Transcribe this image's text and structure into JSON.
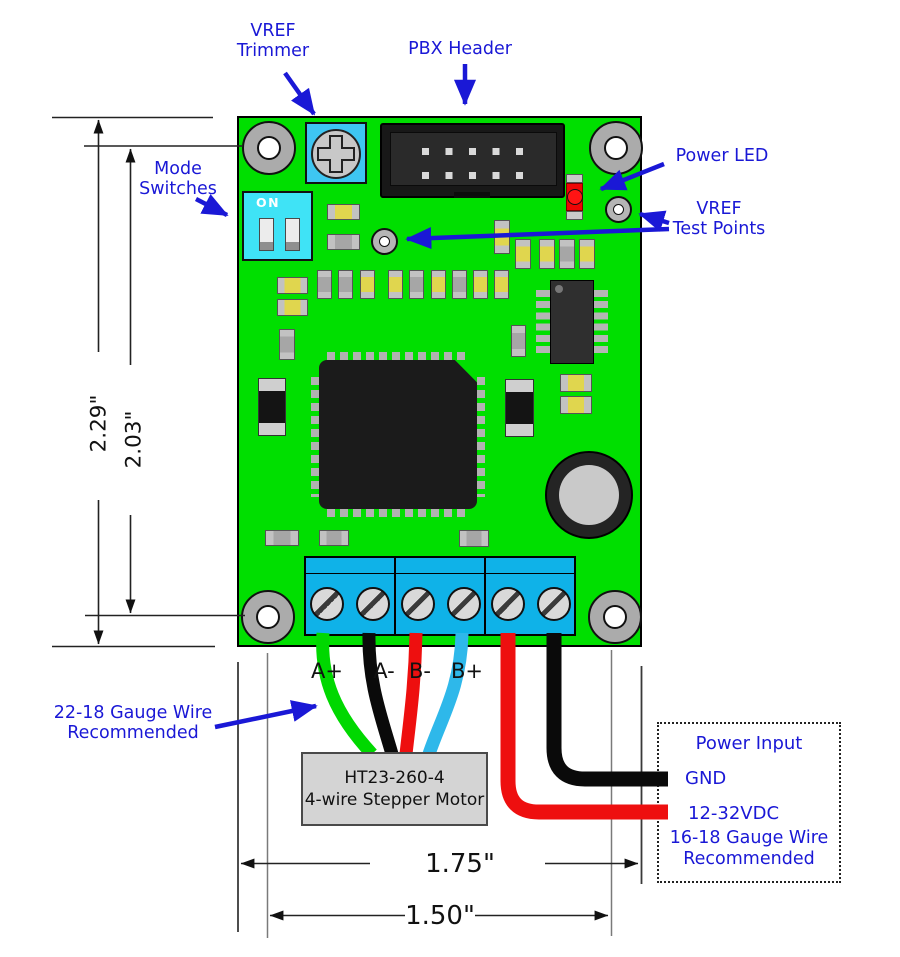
{
  "annotations": {
    "vref_trimmer": [
      "VREF",
      "Trimmer"
    ],
    "pbx_header": "PBX Header",
    "mode_switches": [
      "Mode",
      "Switches"
    ],
    "power_led": "Power LED",
    "vref_test_points": [
      "VREF",
      "Test Points"
    ],
    "wire_gauge_motor": [
      "22-18 Gauge Wire",
      "Recommended"
    ]
  },
  "dimensions": {
    "board_height": "2.29\"",
    "mount_hole_height": "2.03\"",
    "board_width": "1.75\"",
    "mount_hole_width": "1.50\""
  },
  "terminal_wires": [
    "A+",
    "A-",
    "B-",
    "B+"
  ],
  "motor_box": [
    "HT23-260-4",
    "4-wire Stepper Motor"
  ],
  "power_input": {
    "title": "Power Input",
    "gnd": "GND",
    "voltage": "12-32VDC",
    "gauge": [
      "16-18 Gauge Wire",
      "Recommended"
    ]
  },
  "board": {
    "dip_switch_on": "ON"
  },
  "colors": {
    "board_green": "#00DF00",
    "annotation_blue": "#1A18D6",
    "terminal_block_blue": "#0FB2E8",
    "wire_green": "#00D800",
    "wire_black": "#0A0A0A",
    "wire_red": "#EE0F0F",
    "wire_blue": "#2EB8EA",
    "power_led_red": "#EE0505"
  }
}
